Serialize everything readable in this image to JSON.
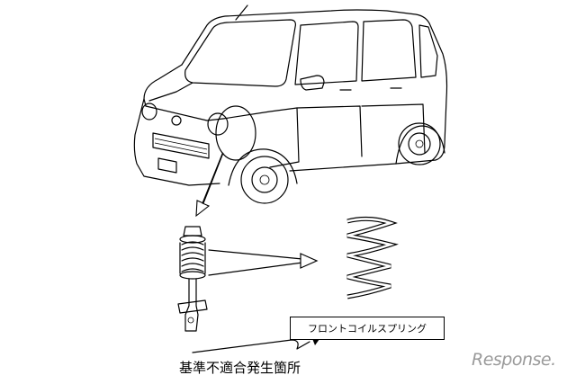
{
  "callout": {
    "label": "フロントコイルスプリング"
  },
  "defect_location": {
    "label": "基準不適合発生箇所"
  },
  "watermark": {
    "text": "Response."
  },
  "icons": [
    "car-illustration",
    "strut-assembly-icon",
    "coil-spring-icon",
    "arrow-icon"
  ]
}
